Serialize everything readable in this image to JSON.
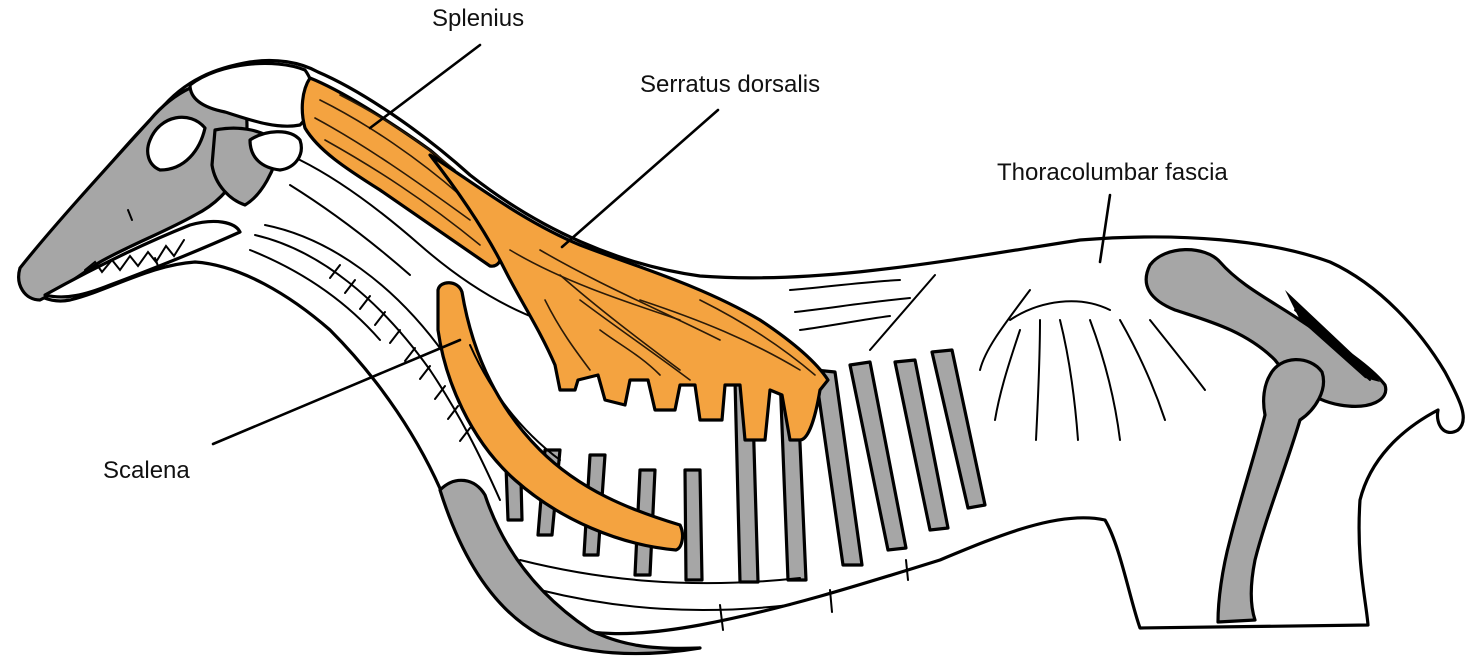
{
  "colors": {
    "muscle": "#f4a340",
    "bone": "#a6a6a6",
    "body": "#ffffff",
    "outline": "#000000"
  },
  "labels": {
    "splenius": "Splenius",
    "serratus_dorsalis": "Serratus dorsalis",
    "thoracolumbar_fascia": "Thoracolumbar fascia",
    "scalena": "Scalena"
  }
}
